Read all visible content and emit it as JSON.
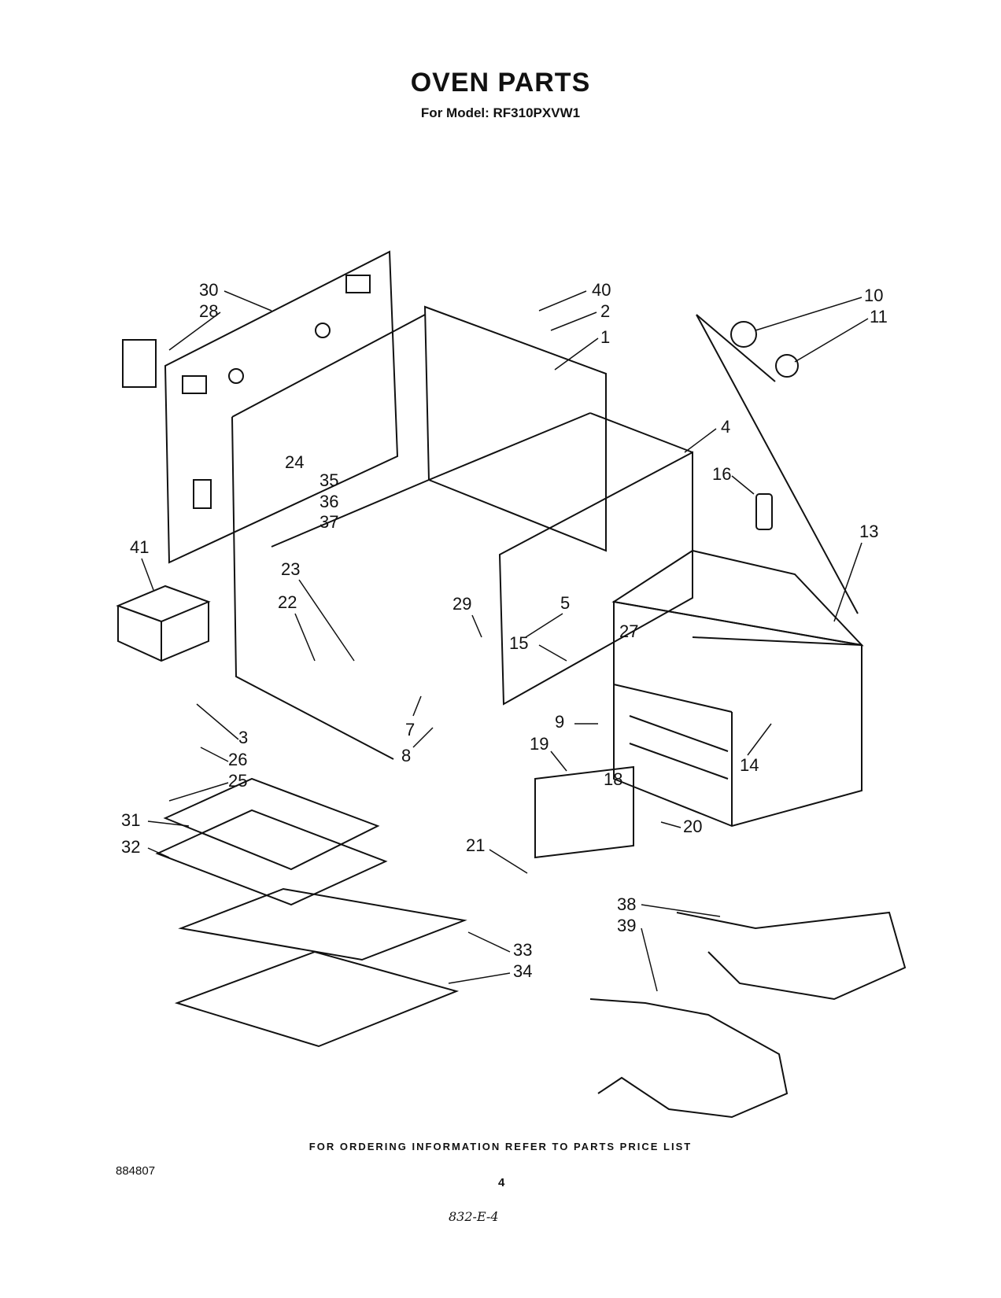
{
  "header": {
    "title": "OVEN PARTS",
    "subtitle": "For Model: RF310PXVW1"
  },
  "callouts": [
    "30",
    "28",
    "40",
    "2",
    "1",
    "10",
    "11",
    "24",
    "35",
    "36",
    "37",
    "4",
    "16",
    "13",
    "41",
    "23",
    "22",
    "29",
    "5",
    "15",
    "27",
    "3",
    "26",
    "25",
    "7",
    "8",
    "9",
    "19",
    "18",
    "14",
    "20",
    "21",
    "31",
    "32",
    "33",
    "34",
    "38",
    "39"
  ],
  "footer": {
    "ordering_note": "FOR ORDERING INFORMATION REFER TO PARTS PRICE LIST",
    "doc_code": "884807",
    "page_number": "4",
    "handwritten": "832-E-4"
  }
}
